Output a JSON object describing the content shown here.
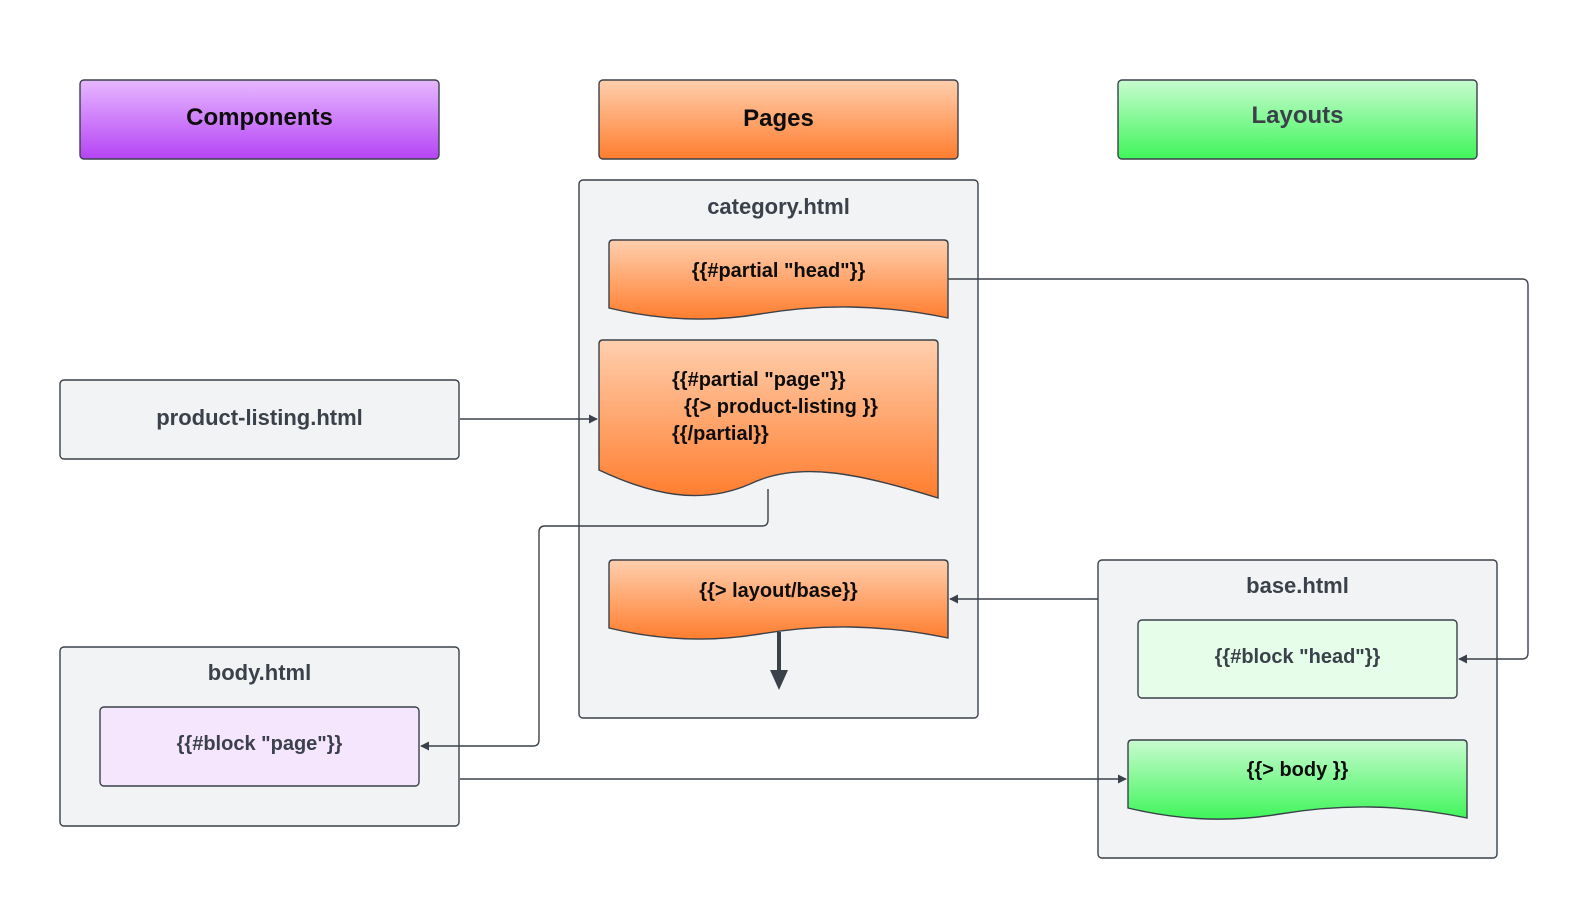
{
  "columns": {
    "components": "Components",
    "pages": "Pages",
    "layouts": "Layouts"
  },
  "category": {
    "title": "category.html",
    "head_partial": "{{#partial \"head\"}}",
    "page_partial": {
      "line1": "{{#partial \"page\"}}",
      "line2": "{{> product-listing }}",
      "line3": "{{/partial}}"
    },
    "layout_include": "{{> layout/base}}"
  },
  "product_listing": {
    "title": "product-listing.html"
  },
  "body_file": {
    "title": "body.html",
    "block": "{{#block \"page\"}}"
  },
  "base_file": {
    "title": "base.html",
    "block_head": "{{#block \"head\"}}",
    "body_include": "{{> body }}"
  },
  "colors": {
    "components": "#b544f5",
    "pages": "#ff8a3d",
    "layouts": "#3ff55a",
    "container": "#f2f3f5",
    "stroke": "#3a414a"
  }
}
